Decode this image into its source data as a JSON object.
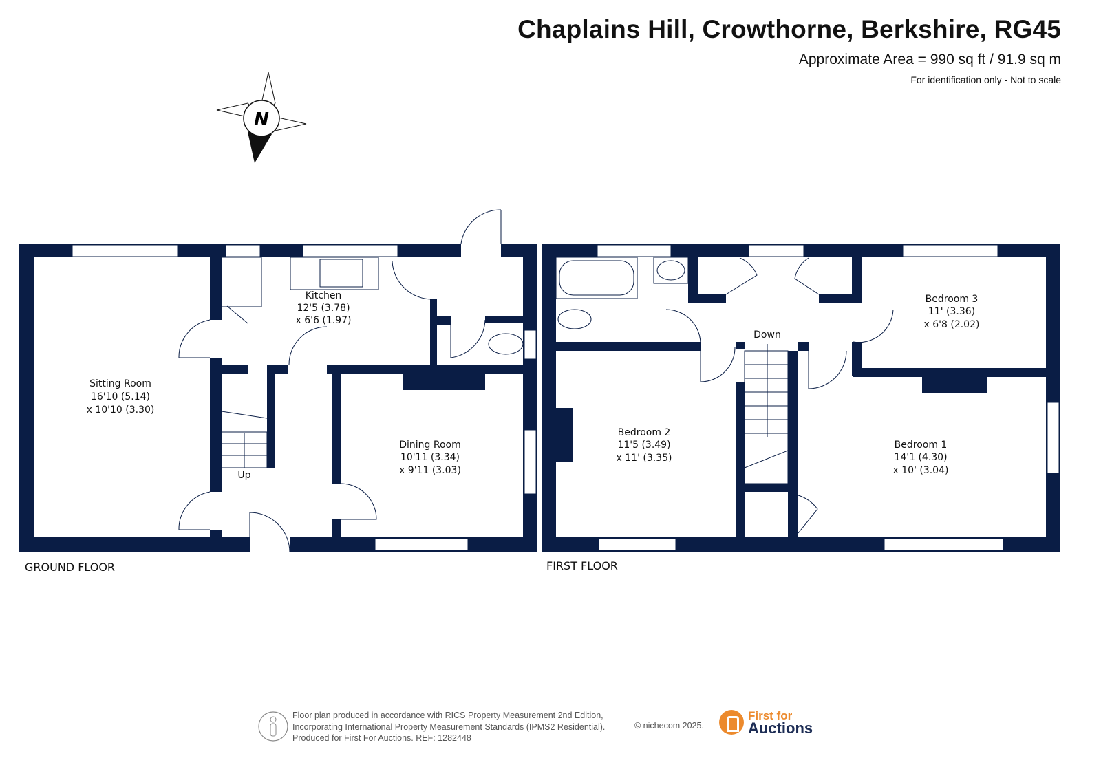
{
  "header": {
    "title": "Chaplains Hill, Crowthorne, Berkshire, RG45",
    "area": "Approximate Area = 990 sq ft / 91.9 sq m",
    "note": "For identification only - Not to scale"
  },
  "compass": {
    "label": "N"
  },
  "ground_floor": {
    "label": "GROUND FLOOR",
    "stairs": "Up",
    "rooms": [
      {
        "name": "Sitting Room",
        "dim1": "16'10 (5.14)",
        "dim2": "x 10'10 (3.30)"
      },
      {
        "name": "Kitchen",
        "dim1": "12'5 (3.78)",
        "dim2": "x 6'6 (1.97)"
      },
      {
        "name": "Dining Room",
        "dim1": "10'11 (3.34)",
        "dim2": "x 9'11 (3.03)"
      }
    ]
  },
  "first_floor": {
    "label": "FIRST FLOOR",
    "stairs": "Down",
    "rooms": [
      {
        "name": "Bedroom 3",
        "dim1": "11' (3.36)",
        "dim2": "x 6'8 (2.02)"
      },
      {
        "name": "Bedroom 2",
        "dim1": "11'5 (3.49)",
        "dim2": "x 11' (3.35)"
      },
      {
        "name": "Bedroom 1",
        "dim1": "14'1 (4.30)",
        "dim2": "x 10' (3.04)"
      }
    ]
  },
  "footer": {
    "line1": "Floor plan produced in accordance with RICS Property Measurement 2nd Edition,",
    "line2": "Incorporating International Property Measurement Standards (IPMS2 Residential).",
    "line3": "Produced for First For Auctions.   REF:  1282448",
    "copyright": "© nichecom 2025.",
    "logo_line1": "First for",
    "logo_line2": "Auctions"
  },
  "colors": {
    "walls": "#0a1d45",
    "logo": "#ec8a2d"
  }
}
